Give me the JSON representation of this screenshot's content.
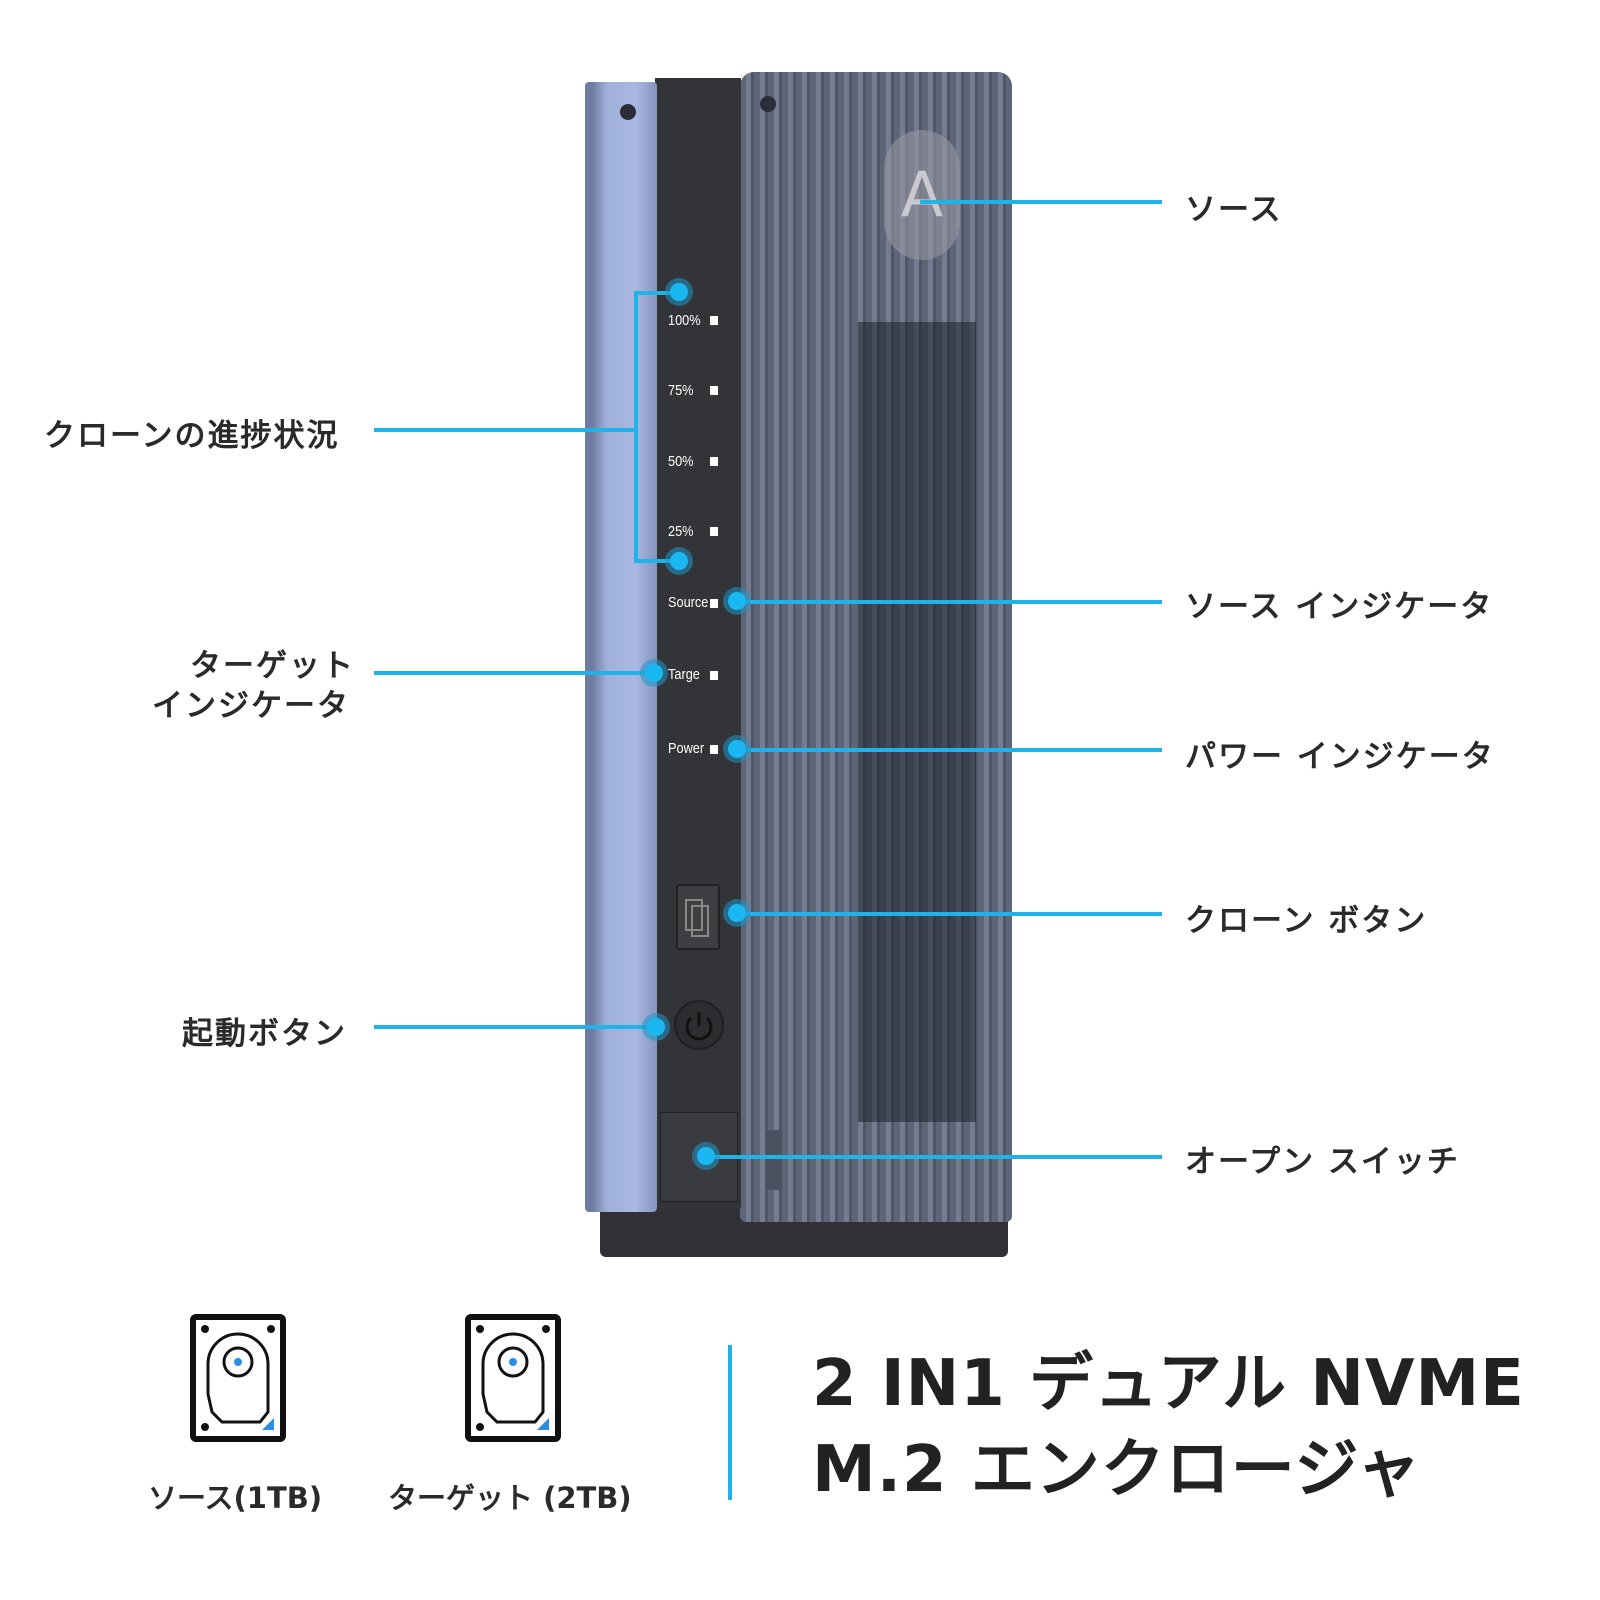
{
  "callouts": {
    "source": "ソース",
    "clone_progress": "クローンの進捗状況",
    "source_indicator": "ソース インジケータ",
    "target_indicator_line1": "ターゲット",
    "target_indicator_line2": "インジケータ",
    "power_indicator": "パワー インジケータ",
    "clone_button": "クローン ボタン",
    "power_button": "起動ボタン",
    "open_switch": "オープン スイッチ"
  },
  "panel": {
    "leds": [
      "100%",
      "75%",
      "50%",
      "25%",
      "Source",
      "Targe",
      "Power"
    ],
    "logo": "A"
  },
  "drives": [
    {
      "label": "ソース(1TB)"
    },
    {
      "label": "ターゲット (2TB)"
    }
  ],
  "title": {
    "line1": "2 IN1 デュアル NVME",
    "line2": "M.2 エンクロージャ"
  },
  "colors": {
    "accent": "#1fb3ea",
    "drive_accent": "#2d8ee0"
  }
}
